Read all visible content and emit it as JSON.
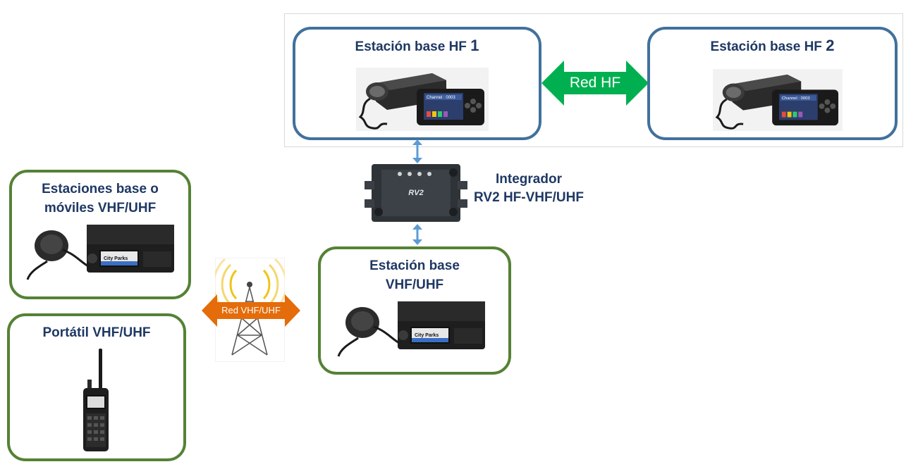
{
  "hf_network": {
    "station_1": {
      "title": "Estación base HF",
      "number": "1"
    },
    "station_2": {
      "title": "Estación base HF",
      "number": "2"
    },
    "link_label": "Red HF",
    "radio_screen_text": "Channel : 0003"
  },
  "integrator": {
    "line1": "Integrador",
    "line2": "RV2 HF-VHF/UHF",
    "device_text": "RV2"
  },
  "vhf_network": {
    "mobile_stations": {
      "title_line1": "Estaciones base o",
      "title_line2": "móviles VHF/UHF"
    },
    "portable": {
      "title": "Portátil VHF/UHF"
    },
    "base_station": {
      "title_line1": "Estación base",
      "title_line2": "VHF/UHF"
    },
    "link_label": "Red VHF/UHF",
    "radio_screen_text": "City Parks"
  },
  "colors": {
    "hf_border": "#41719c",
    "vhf_border": "#548235",
    "hf_arrow": "#00b050",
    "vhf_arrow": "#e46c0a",
    "connector": "#5b9bd5",
    "title_text": "#1f3864"
  }
}
